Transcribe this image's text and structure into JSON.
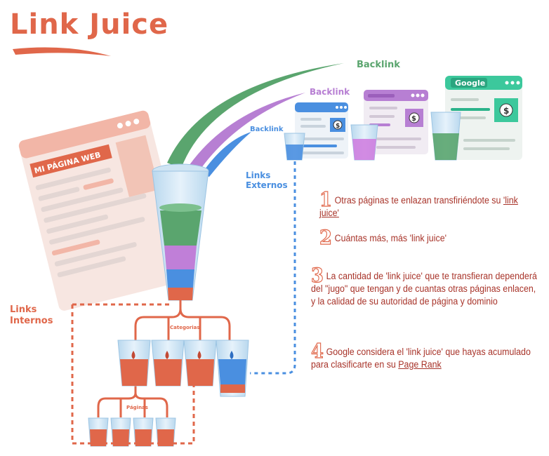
{
  "title": "Link Juice",
  "labels": {
    "backlink_big": "Backlink",
    "backlink_mid": "Backlink",
    "backlink_small": "Backlink",
    "links_externos_1": "Links",
    "links_externos_2": "Externos",
    "links_internos_1": "Links",
    "links_internos_2": "Internos",
    "categorias": "Categorias",
    "paginas": "Páginas",
    "mi_pagina_web": "MI PÁGINA WEB",
    "google": "Google",
    "dollar": "$"
  },
  "steps": [
    {
      "num": "1",
      "text": "Otras páginas te enlazan transfiriéndote su ",
      "link": "'link juice'",
      "after": ""
    },
    {
      "num": "2",
      "text": "Cuántas más, más 'link juice'",
      "link": "",
      "after": ""
    },
    {
      "num": "3",
      "text": "La cantidad de 'link juice' que te transfieran dependerá del \"jugo\" que tengan y de cuantas otras páginas enlacen, y la calidad de su autoridad de página y dominio",
      "link": "",
      "after": ""
    },
    {
      "num": "4",
      "text": "Google considera el 'link juice' que hayas acumulado para clasificarte en su ",
      "link": "Page Rank",
      "after": ""
    }
  ],
  "colors": {
    "accent": "#e0674a",
    "green": "#5aa56e",
    "purple": "#b77fd3",
    "blue": "#4a8fe0",
    "dark_red": "#a8342a"
  }
}
